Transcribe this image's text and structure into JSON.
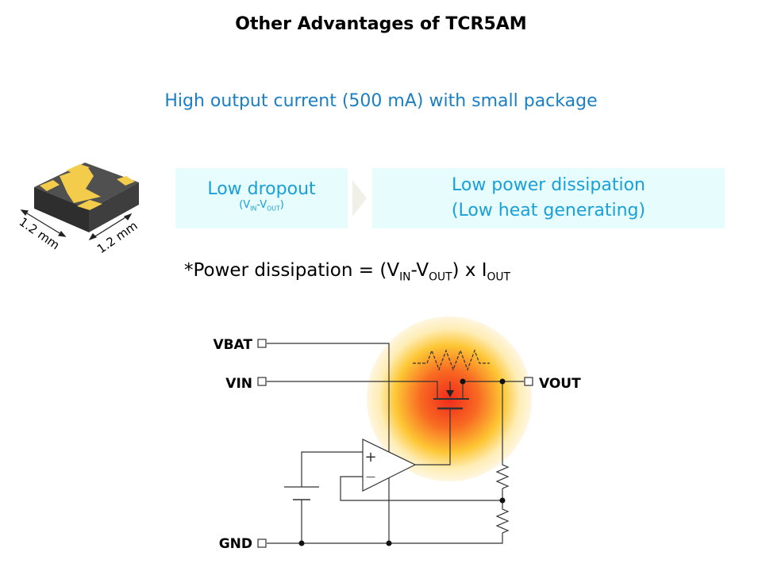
{
  "title": "Other Advantages of TCR5AM",
  "subtitle": "High output current (500 mA) with small package",
  "package": {
    "dim_left": "1.2 mm",
    "dim_right": "1.2 mm"
  },
  "box1": {
    "main": "Low dropout",
    "sub_open": "(V",
    "sub_in": "IN",
    "sub_mid": "-V",
    "sub_out": "OUT",
    "sub_close": ")"
  },
  "box2": {
    "line1": "Low power dissipation",
    "line2": "(Low heat generating)"
  },
  "formula": {
    "prefix": "*Power dissipation = (V",
    "in": "IN",
    "mid": "-V",
    "out": "OUT",
    "mid2": ") x I",
    "iout": "OUT"
  },
  "circuit": {
    "vbat": "VBAT",
    "vin": "VIN",
    "vout": "VOUT",
    "gnd": "GND",
    "plus": "+",
    "minus": "—"
  }
}
